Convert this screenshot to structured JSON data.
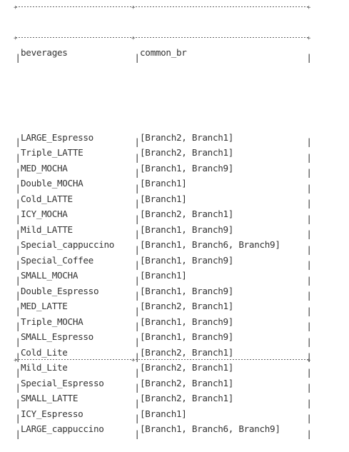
{
  "table": {
    "header": {
      "col1": "beverages",
      "col2": "common_br"
    },
    "rows": [
      {
        "beverages": "LARGE_Espresso",
        "common_br": "[Branch2, Branch1]"
      },
      {
        "beverages": "Triple_LATTE",
        "common_br": "[Branch2, Branch1]"
      },
      {
        "beverages": "MED_MOCHA",
        "common_br": "[Branch1, Branch9]"
      },
      {
        "beverages": "Double_MOCHA",
        "common_br": "[Branch1]"
      },
      {
        "beverages": "Cold_LATTE",
        "common_br": "[Branch1]"
      },
      {
        "beverages": "ICY_MOCHA",
        "common_br": "[Branch2, Branch1]"
      },
      {
        "beverages": "Mild_LATTE",
        "common_br": "[Branch1, Branch9]"
      },
      {
        "beverages": "Special_cappuccino",
        "common_br": "[Branch1, Branch6, Branch9]"
      },
      {
        "beverages": "Special_Coffee",
        "common_br": "[Branch1, Branch9]"
      },
      {
        "beverages": "SMALL_MOCHA",
        "common_br": "[Branch1]"
      },
      {
        "beverages": "Double_Espresso",
        "common_br": "[Branch1, Branch9]"
      },
      {
        "beverages": "MED_LATTE",
        "common_br": "[Branch2, Branch1]"
      },
      {
        "beverages": "Triple_MOCHA",
        "common_br": "[Branch1, Branch9]"
      },
      {
        "beverages": "SMALL_Espresso",
        "common_br": "[Branch1, Branch9]"
      },
      {
        "beverages": "Cold_Lite",
        "common_br": "[Branch2, Branch1]"
      },
      {
        "beverages": "Mild_Lite",
        "common_br": "[Branch2, Branch1]"
      },
      {
        "beverages": "Special_Espresso",
        "common_br": "[Branch2, Branch1]"
      },
      {
        "beverages": "SMALL_LATTE",
        "common_br": "[Branch2, Branch1]"
      },
      {
        "beverages": "ICY_Espresso",
        "common_br": "[Branch1]"
      },
      {
        "beverages": "LARGE_cappuccino",
        "common_br": "[Branch1, Branch6, Branch9]"
      }
    ]
  }
}
